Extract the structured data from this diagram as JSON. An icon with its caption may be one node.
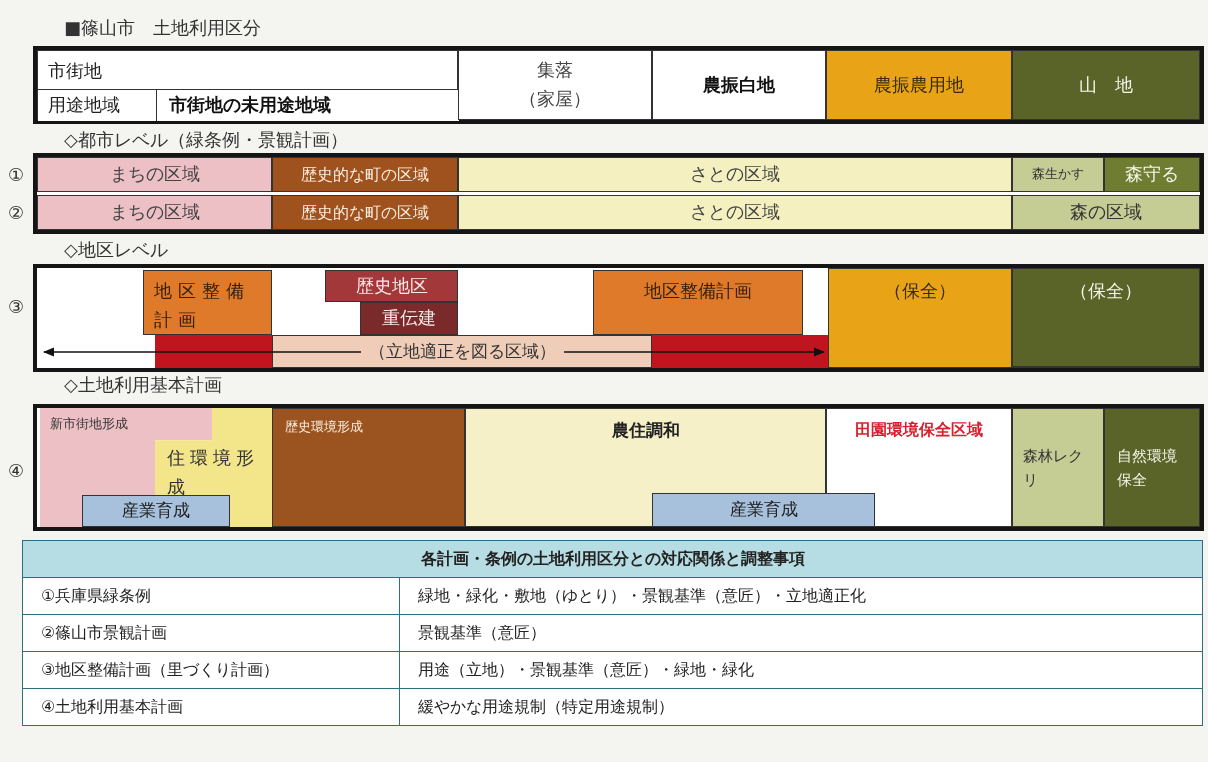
{
  "diagram": {
    "title": "■篠山市　土地利用区分",
    "nodes": [
      {
        "text": [
          "市街地"
        ]
      },
      {
        "text": [
          "用途地域"
        ],
        "in": 0
      },
      {
        "text": [
          "市街地の未用途地域"
        ],
        "in": 0
      },
      {
        "text": [
          "集落（家屋）"
        ]
      },
      {
        "text": [
          "農振白地"
        ]
      },
      {
        "text": [
          "農振農用地"
        ]
      },
      {
        "text": [
          "山　地"
        ]
      },
      {
        "text": [
          "まちの区域"
        ]
      },
      {
        "text": [
          "歴史的な町の区域"
        ]
      },
      {
        "text": [
          "さとの区域"
        ]
      },
      {
        "text": [
          "森生かす"
        ]
      },
      {
        "text": [
          "森守る"
        ]
      },
      {
        "text": [
          "まちの区域"
        ]
      },
      {
        "text": [
          "歴史的な町の区域"
        ]
      },
      {
        "text": [
          "さとの区域"
        ]
      },
      {
        "text": [
          "森の区域"
        ]
      },
      {
        "text": [
          "地区整備計画"
        ]
      },
      {
        "text": [
          "歴史地区"
        ]
      },
      {
        "text": [
          "重伝建"
        ]
      },
      {
        "text": [
          "地区整備計画"
        ]
      },
      {
        "text": [
          "（保全）"
        ]
      },
      {
        "text": [
          "（保全）"
        ]
      },
      {
        "text": [],
        "shape": "bar"
      },
      {
        "text": [
          "（立地適正を図る区域）"
        ]
      },
      {
        "text": [],
        "shape": "bar"
      },
      {
        "text": [
          "新市街地形成"
        ]
      },
      {
        "text": [
          "住環境形成"
        ]
      },
      {
        "text": [
          "産業育成"
        ]
      },
      {
        "text": [
          "歴史環境形成"
        ]
      },
      {
        "text": [
          "農住調和"
        ]
      },
      {
        "text": [
          "田園環境保全区域"
        ]
      },
      {
        "text": [
          "産業育成"
        ]
      },
      {
        "text": [
          "森林レクリ"
        ]
      },
      {
        "text": [
          "自然環境保全"
        ]
      }
    ],
    "labels": [
      "◇都市レベル（緑条例・景観計画）",
      "①",
      "②",
      "◇地区レベル",
      "③",
      "◇土地利用基本計画",
      "④",
      "各計画・条例の土地利用区分との対応関係と調整事項",
      "①兵庫県緑条例",
      "緑地・緑化・敷地（ゆとり）・景観基準（意匠）・立地適正化",
      "②篠山市景観計画",
      "景観基準（意匠）",
      "③地区整備計画（里づくり計画）",
      "用途（立地）・景観基準（意匠）・緑地・緑化",
      "④土地利用基本計画",
      "緩やかな用途規制（特定用途規制）"
    ]
  }
}
